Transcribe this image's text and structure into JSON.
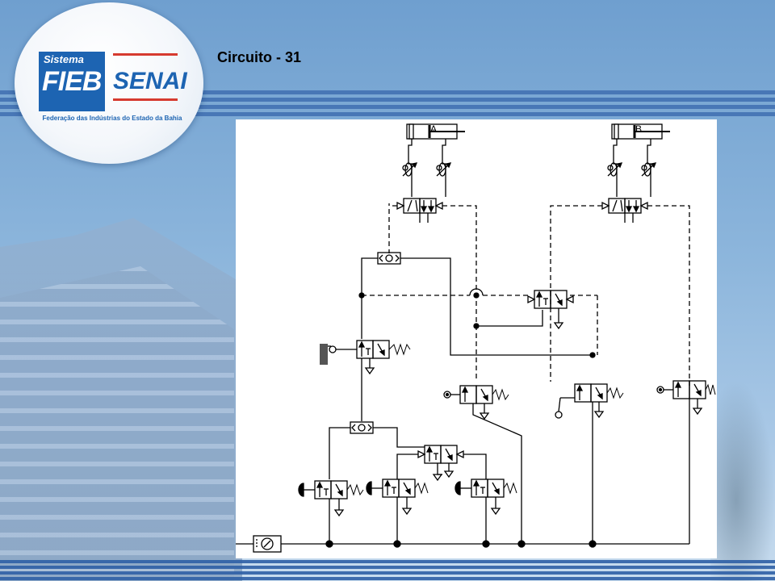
{
  "slide": {
    "title": "Circuito - 31"
  },
  "logo": {
    "sistema": "Sistema",
    "fieb": "FIEB",
    "senai": "SENAI",
    "caption": "Federação das Indústrias do Estado da Bahia"
  },
  "diagram": {
    "cylinder_a_label": "A",
    "cylinder_b_label": "B"
  },
  "colors": {
    "background_blue": "#7ea9d4",
    "stripe_blue": "#3f6fb0",
    "brand_blue": "#1d64b2",
    "brand_red": "#d63a2f",
    "line": "#000000"
  }
}
